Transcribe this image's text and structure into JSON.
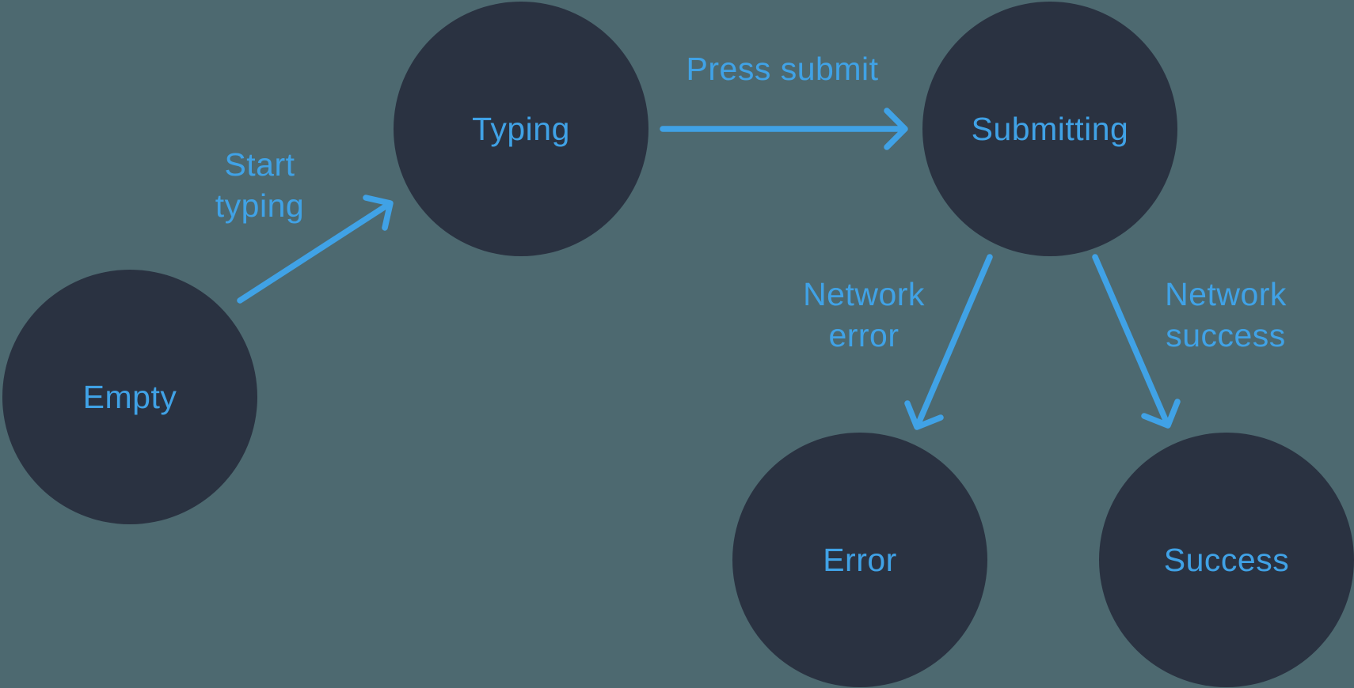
{
  "diagram": {
    "type": "state-diagram",
    "colors": {
      "background": "#4D6970",
      "node_fill": "#2A3241",
      "accent": "#40A2E6"
    },
    "nodes": [
      {
        "id": "empty",
        "label": "Empty"
      },
      {
        "id": "typing",
        "label": "Typing"
      },
      {
        "id": "submitting",
        "label": "Submitting"
      },
      {
        "id": "error",
        "label": "Error"
      },
      {
        "id": "success",
        "label": "Success"
      }
    ],
    "edges": [
      {
        "from": "empty",
        "to": "typing",
        "label": [
          "Start",
          "typing"
        ]
      },
      {
        "from": "typing",
        "to": "submitting",
        "label": [
          "Press submit"
        ]
      },
      {
        "from": "submitting",
        "to": "error",
        "label": [
          "Network",
          "error"
        ]
      },
      {
        "from": "submitting",
        "to": "success",
        "label": [
          "Network",
          "success"
        ]
      }
    ]
  }
}
